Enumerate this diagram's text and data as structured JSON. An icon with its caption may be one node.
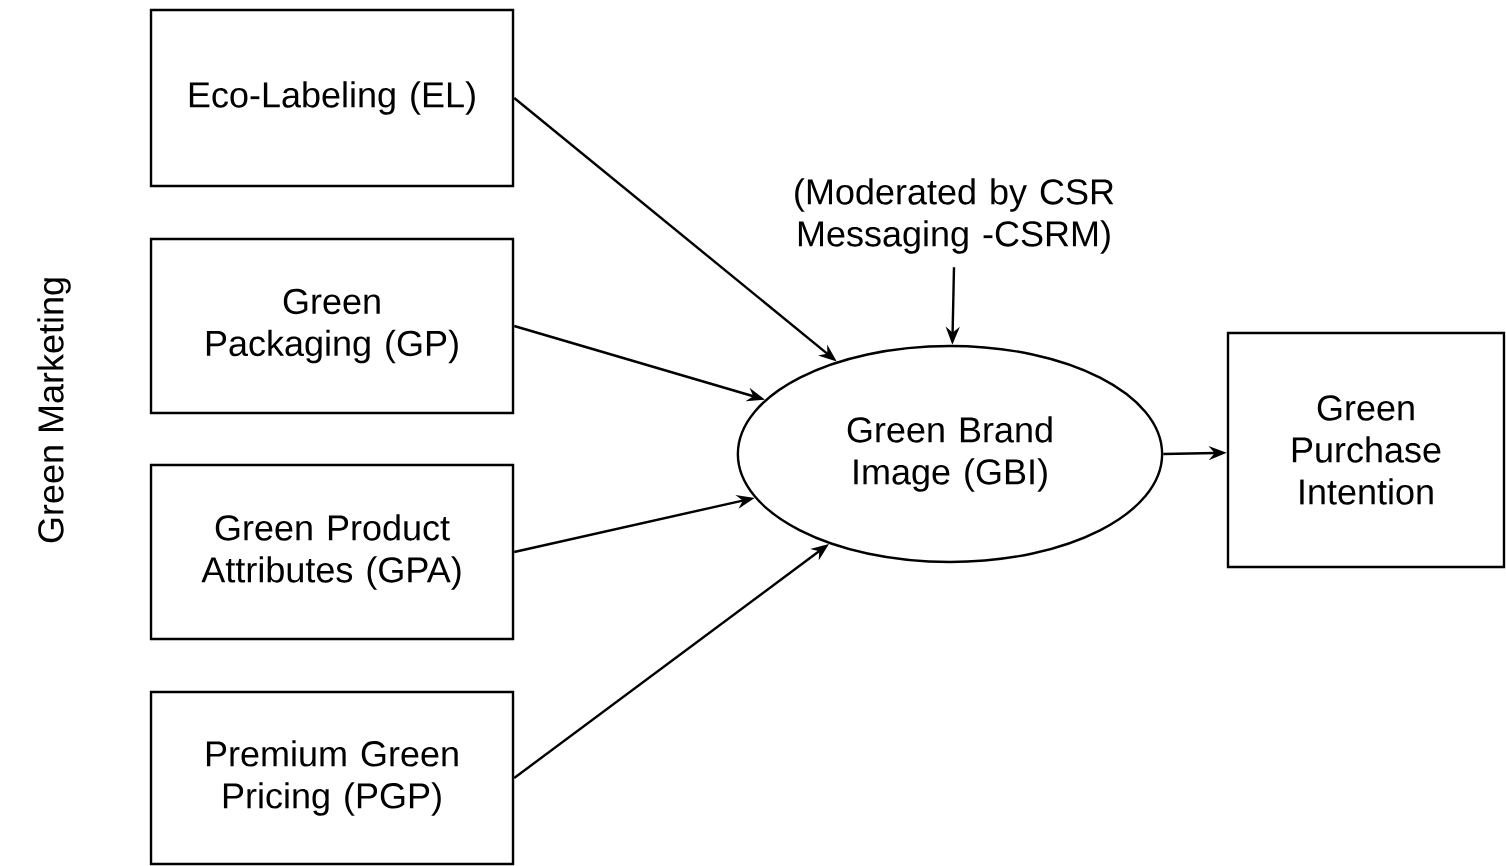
{
  "diagram": {
    "nodes": [
      {
        "text": [
          "Eco-Labeling (EL)"
        ]
      },
      {
        "text": [
          "Green Packaging (GP)"
        ]
      },
      {
        "text": [
          "Green Product Attributes (GPA)"
        ]
      },
      {
        "text": [
          "Premium Green Pricing (PGP)"
        ]
      },
      {
        "text": [
          "(Moderated by CSR Messaging -CSRM)"
        ]
      },
      {
        "text": [
          "Green Brand Image (GBI)"
        ]
      },
      {
        "text": [
          "Green Purchase Intention"
        ]
      }
    ],
    "edges": [
      {
        "from": 0,
        "to": 5,
        "arrow": "to"
      },
      {
        "from": 1,
        "to": 5,
        "arrow": "to"
      },
      {
        "from": 2,
        "to": 5,
        "arrow": "to"
      },
      {
        "from": 3,
        "to": 5,
        "arrow": "to"
      },
      {
        "from": 4,
        "to": 5,
        "arrow": "to"
      },
      {
        "from": 5,
        "to": 6,
        "arrow": "to"
      }
    ],
    "labels": [
      "Green Marketing"
    ]
  }
}
